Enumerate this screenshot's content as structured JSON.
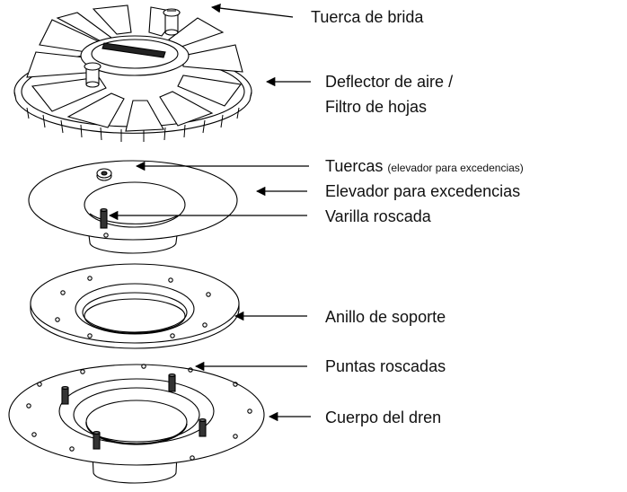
{
  "labels": {
    "flange_nut": "Tuerca de brida",
    "air_deflector_line1": "Deflector de aire /",
    "air_deflector_line2": "Filtro de hojas",
    "nuts": "Tuercas",
    "nuts_note": "(elevador para excedencias)",
    "overflow_riser": "Elevador para excedencias",
    "threaded_rod": "Varilla roscada",
    "support_ring": "Anillo de soporte",
    "threaded_studs": "Puntas roscadas",
    "drain_body": "Cuerpo del dren"
  },
  "colors": {
    "line": "#000000",
    "background": "#ffffff",
    "text": "#111111"
  }
}
